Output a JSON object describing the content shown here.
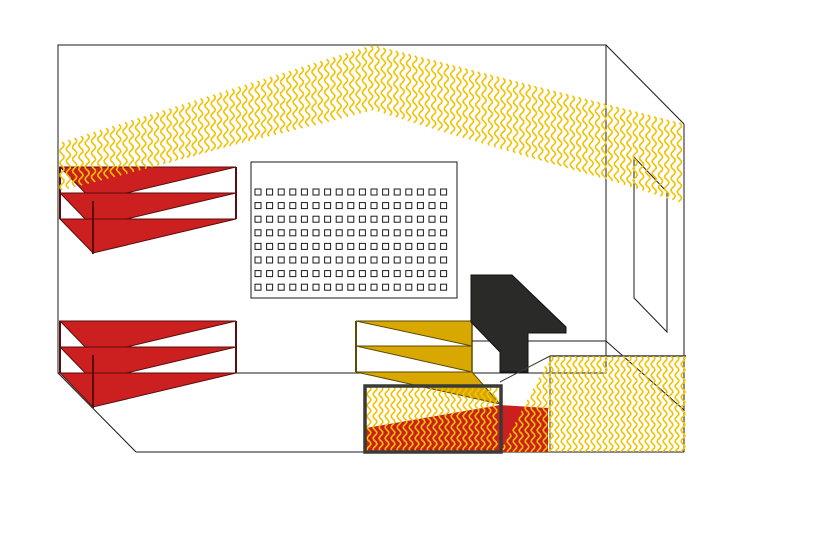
{
  "diagram": {
    "title": "",
    "colors": {
      "background": "#ffffff",
      "line": "#1a1a1a",
      "red_shelf": "#cc1f1f",
      "yellow_shelf": "#d9a800",
      "wave": "#f2c200",
      "dark_block": "#2a2a28",
      "frame": "#3a3a36"
    },
    "objects": [
      {
        "name": "room-outline",
        "kind": "wireframe"
      },
      {
        "name": "red-shelf-unit-upper",
        "kind": "triangular shelves",
        "tiers": 3,
        "color": "red"
      },
      {
        "name": "red-shelf-unit-lower",
        "kind": "triangular shelves",
        "tiers": 3,
        "color": "red"
      },
      {
        "name": "yellow-shelf-unit",
        "kind": "triangular shelves",
        "tiers": 3,
        "color": "yellow"
      },
      {
        "name": "perforated-panel",
        "kind": "grid of small squares",
        "rows": 8,
        "columns": 17
      },
      {
        "name": "dark-stepped-block",
        "kind": "solid block",
        "color": "dark grey"
      },
      {
        "name": "light-wave-field",
        "kind": "wavy light rays",
        "color": "yellow"
      },
      {
        "name": "side-wall-window",
        "kind": "rectangle in perspective"
      }
    ]
  }
}
